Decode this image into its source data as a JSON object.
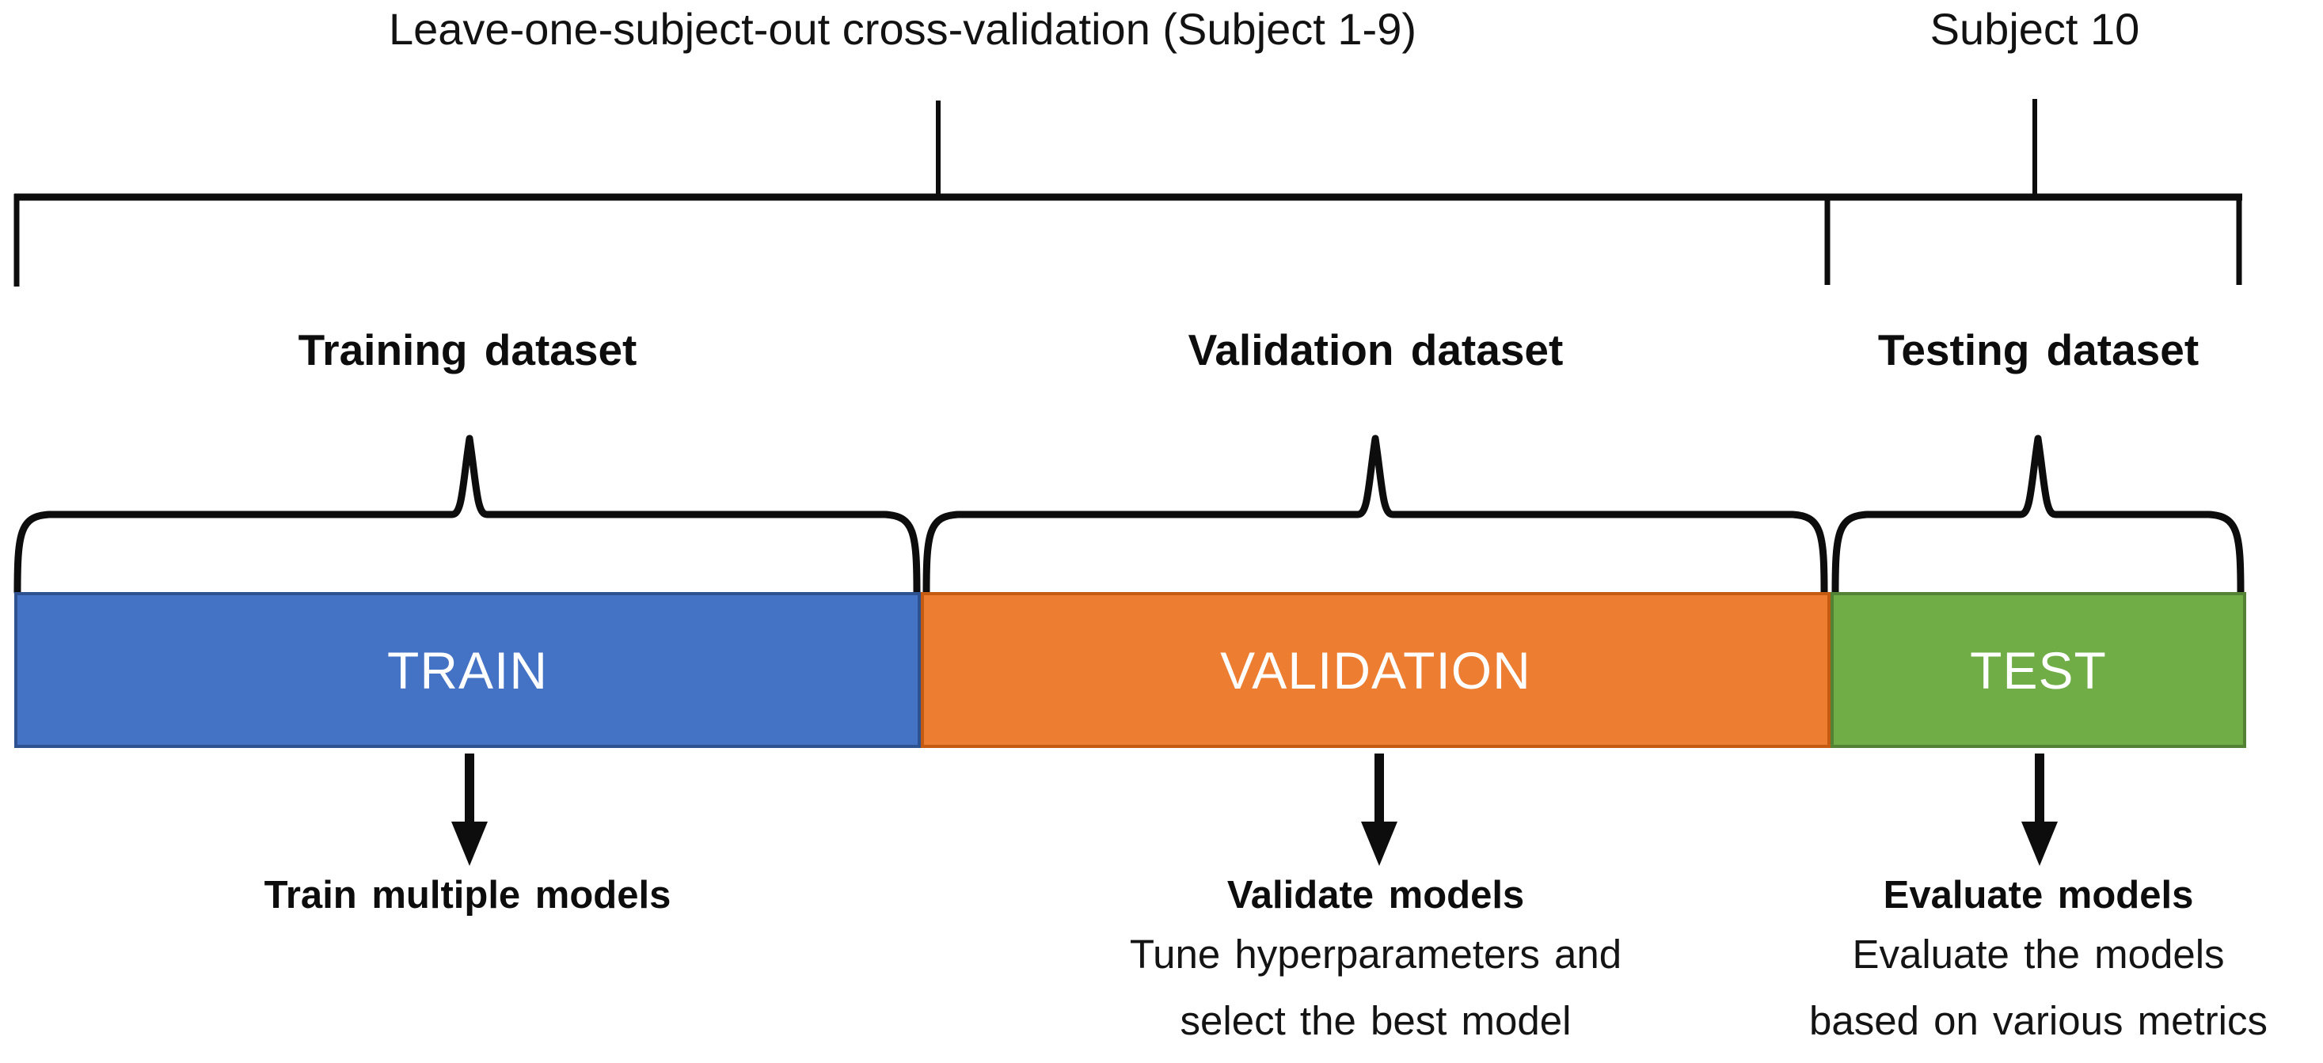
{
  "top_labels": {
    "cross_validation": "Leave-one-subject-out cross-validation (Subject 1-9)",
    "holdout": "Subject 10"
  },
  "dataset_labels": {
    "training": "Training dataset",
    "validation": "Validation dataset",
    "testing": "Testing dataset"
  },
  "bars": [
    {
      "label": "TRAIN",
      "color": "#4472C4",
      "border": "#2E528F"
    },
    {
      "label": "VALIDATION",
      "color": "#ED7D31",
      "border": "#C55A11"
    },
    {
      "label": "TEST",
      "color": "#70AD47",
      "border": "#548235"
    }
  ],
  "annotations": [
    {
      "title": "Train multiple models",
      "line1": "",
      "line2": ""
    },
    {
      "title": "Validate models",
      "line1": "Tune hyperparameters and",
      "line2": "select the best model"
    },
    {
      "title": "Evaluate models",
      "line1": "Evaluate the models",
      "line2": "based on various metrics"
    }
  ],
  "colors": {
    "line_art": "#0d0d0d",
    "train_blue": "#4472C4",
    "validation_orange": "#ED7D31",
    "test_green": "#70AD47",
    "text": "#0d0d0d",
    "bar_text": "#ffffff"
  }
}
